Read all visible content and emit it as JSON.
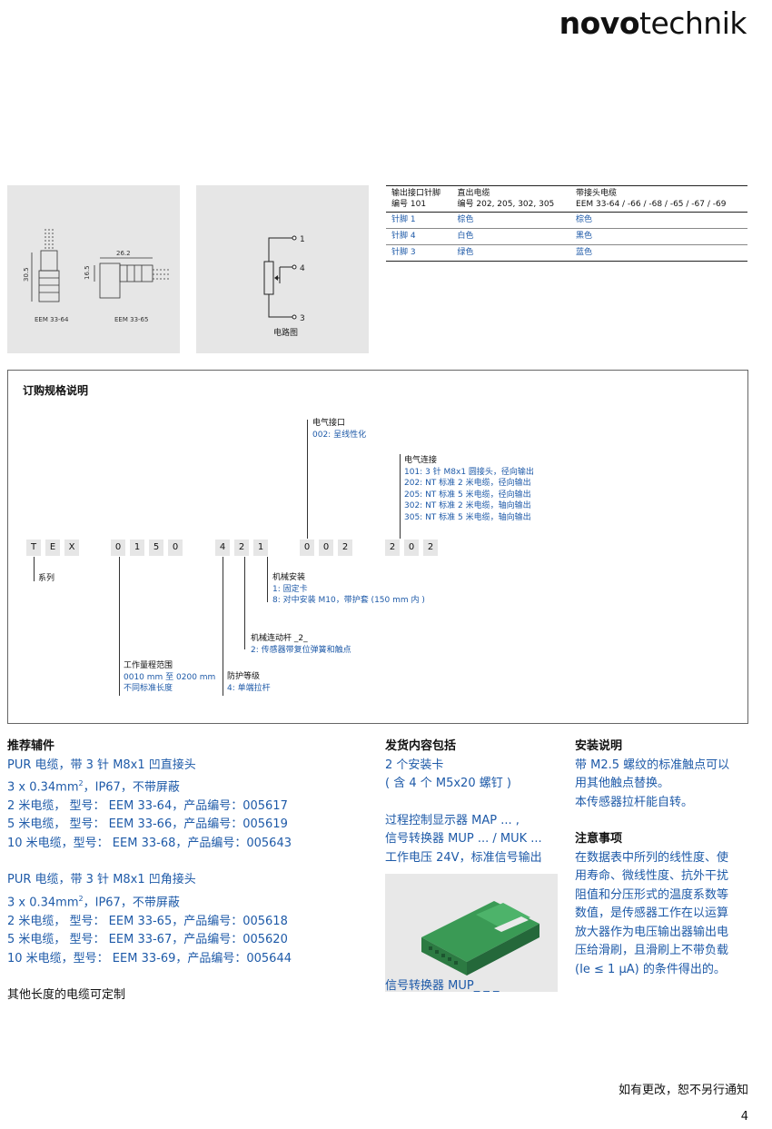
{
  "brand": {
    "bold": "novo",
    "light": "technik"
  },
  "figures": {
    "dim_30_5": "30.5",
    "dim_16_5": "16.5",
    "dim_26_2": "26.2",
    "eem64": "EEM 33-64",
    "eem65": "EEM 33-65",
    "pin1": "1",
    "pin4": "4",
    "pin3": "3",
    "circuit_caption": "电路图"
  },
  "conn_table": {
    "headers": [
      [
        "输出接口针脚",
        "编号 101"
      ],
      [
        "直出电缆",
        "编号 202, 205, 302, 305"
      ],
      [
        "带接头电缆",
        "EEM 33-64 / -66 / -68 / -65 / -67 / -69"
      ]
    ],
    "rows": [
      [
        "针脚 1",
        "棕色",
        "棕色"
      ],
      [
        "针脚 4",
        "白色",
        "黑色"
      ],
      [
        "针脚 3",
        "绿色",
        "蓝色"
      ]
    ]
  },
  "order": {
    "title": "订购规格说明",
    "code": [
      "T",
      "E",
      "X",
      "0",
      "1",
      "5",
      "0",
      "4",
      "2",
      "1",
      "0",
      "0",
      "2",
      "2",
      "0",
      "2"
    ],
    "elec_interface": {
      "title": "电气接口",
      "lines": [
        "002: 呈线性化"
      ]
    },
    "elec_conn": {
      "title": "电气连接",
      "lines": [
        "101: 3 针 M8x1 圆接头，径向输出",
        "202: NT 标准 2 米电缆，径向输出",
        "205: NT 标准 5 米电缆，径向输出",
        "302: NT 标准 2 米电缆，轴向输出",
        "305: NT 标准 5 米电缆，轴向输出"
      ]
    },
    "series": "系列",
    "mech_mount": {
      "title": "机械安装",
      "lines": [
        "1: 固定卡",
        "8: 对中安装 M10，带护套 (150 mm 内 )"
      ]
    },
    "rod": {
      "title": "机械连动杆 _2_",
      "lines": [
        "2: 传感器带复位弹簧和触点"
      ]
    },
    "range": {
      "title": "工作量程范围",
      "lines": [
        "0010 mm 至 0200 mm",
        "不同标准长度"
      ]
    },
    "protection": {
      "title": "防护等级",
      "lines": [
        "4: 单端拉杆"
      ]
    }
  },
  "accessories": {
    "title": "推荐辅件",
    "group1": [
      "PUR 电缆，带 3 针 M8x1 凹直接头",
      "3 x 0.34mm",
      "2 米电缆， 型号： EEM 33-64，产品编号：005617",
      "5 米电缆， 型号： EEM 33-66，产品编号：005619",
      "10 米电缆，型号： EEM 33-68，产品编号：005643"
    ],
    "group1_suffix": "，IP67，不带屏蔽",
    "sup": "2",
    "group2": [
      "PUR 电缆，带 3 针 M8x1 凹角接头",
      "3 x 0.34mm",
      "2 米电缆， 型号： EEM 33-65，产品编号：005618",
      "5 米电缆， 型号： EEM 33-67，产品编号：005620",
      "10 米电缆，型号： EEM 33-69，产品编号：005644"
    ],
    "group2_suffix": "，IP67，不带屏蔽",
    "custom": "其他长度的电缆可定制"
  },
  "delivery": {
    "title": "发货内容包括",
    "lines": [
      "2 个安装卡",
      "( 含 4 个 M5x20 螺钉 )"
    ],
    "extra": [
      "过程控制显示器 MAP ... ,",
      "信号转换器 MUP ... / MUK ...",
      "工作电压 24V，标准信号输出"
    ],
    "photo_caption": "信号转换器 MUP_ _ _"
  },
  "install": {
    "title": "安装说明",
    "lines": [
      "带 M2.5 螺纹的标准触点可以",
      "用其他触点替换。",
      "本传感器拉杆能自转。"
    ]
  },
  "notes": {
    "title": "注意事项",
    "lines": [
      "在数据表中所列的线性度、使",
      "用寿命、微线性度、抗外干扰",
      "阻值和分压形式的温度系数等",
      "数值，是传感器工作在以运算",
      "放大器作为电压输出器输出电",
      "压给滑刷，且滑刷上不带负载",
      "(Ie ≤ 1 μA) 的条件得出的。"
    ]
  },
  "footer": {
    "notice": "如有更改，恕不另行通知",
    "page": "4"
  }
}
